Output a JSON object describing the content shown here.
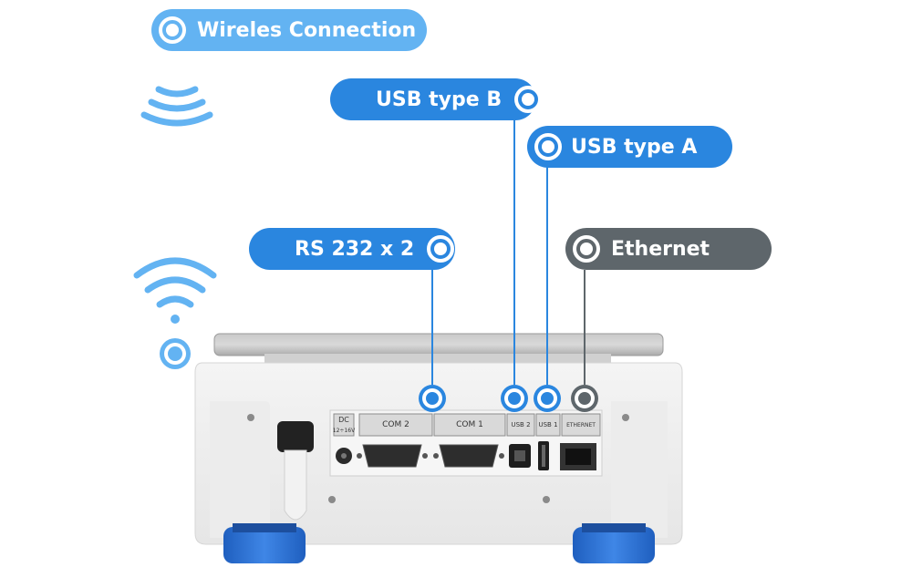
{
  "labels": {
    "wireless": "Wireles Connection",
    "usb_b": "USB type B",
    "usb_a": "USB type A",
    "rs232": "RS 232 x 2",
    "ethernet": "Ethernet"
  },
  "port_labels": {
    "dc": "DC",
    "dc_voltage": "12÷16V",
    "com2": "COM 2",
    "com1": "COM 1",
    "usb2": "USB 2",
    "usb1": "USB 1",
    "ethernet": "ETHERNET"
  },
  "icons": {
    "wireless_top": "wireless-waves-icon",
    "wifi": "wifi-icon"
  },
  "colors": {
    "light_blue": "#63b3f2",
    "blue": "#2a86df",
    "gray": "#5e666b",
    "foot_blue": "#2f6fce"
  }
}
